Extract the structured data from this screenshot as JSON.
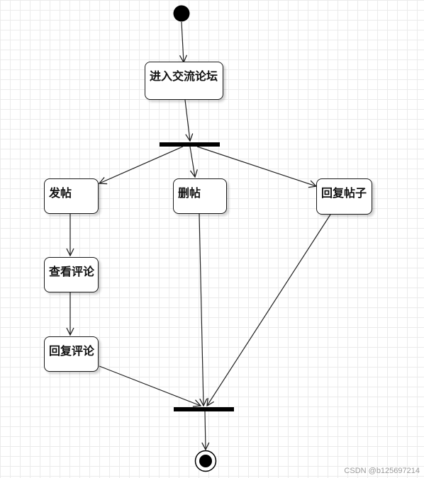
{
  "diagram": {
    "nodes": {
      "enter_forum": "进入交流论坛",
      "post": "发帖",
      "delete_post": "删帖",
      "reply_post": "回复帖子",
      "view_comments": "查看评论",
      "reply_comments": "回复评论"
    },
    "edges": [
      [
        "start",
        "enter_forum"
      ],
      [
        "enter_forum",
        "fork"
      ],
      [
        "fork",
        "post"
      ],
      [
        "fork",
        "delete_post"
      ],
      [
        "fork",
        "reply_post"
      ],
      [
        "post",
        "view_comments"
      ],
      [
        "view_comments",
        "reply_comments"
      ],
      [
        "reply_comments",
        "join"
      ],
      [
        "delete_post",
        "join"
      ],
      [
        "reply_post",
        "join"
      ],
      [
        "join",
        "end"
      ]
    ]
  },
  "watermark": "CSDN @b125697214"
}
